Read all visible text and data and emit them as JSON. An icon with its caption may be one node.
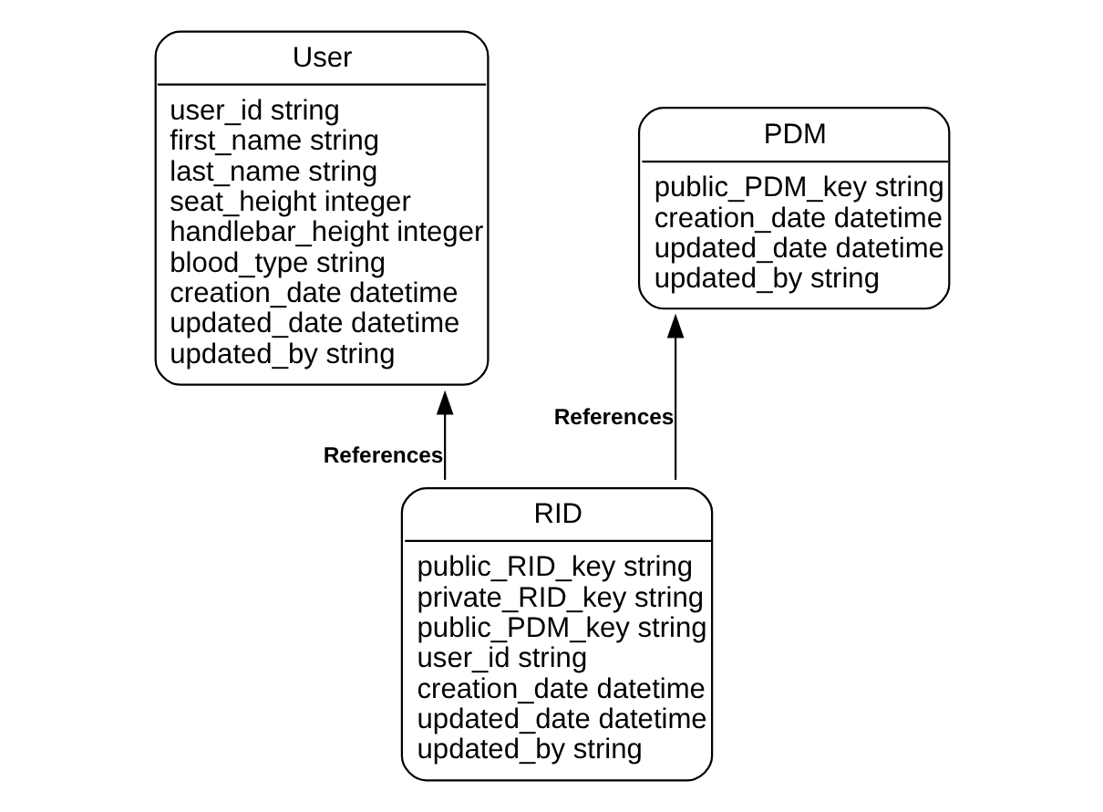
{
  "diagram": {
    "nodes": [
      {
        "text": [
          "User",
          "user_id string",
          "first_name string",
          "last_name string",
          "seat_height integer",
          "handlebar_height integer",
          "blood_type string",
          "creation_date datetime",
          "updated_date datetime",
          "updated_by string"
        ]
      },
      {
        "text": [
          "PDM",
          "public_PDM_key string",
          "creation_date datetime",
          "updated_date datetime",
          "updated_by string"
        ]
      },
      {
        "text": [
          "RID",
          "public_RID_key string",
          "private_RID_key string",
          "public_PDM_key string",
          "user_id string",
          "creation_date datetime",
          "updated_date datetime",
          "updated_by string"
        ]
      }
    ],
    "edges": [
      {
        "from": 2,
        "to": 1,
        "arrow": "to",
        "label": "References"
      },
      {
        "from": 2,
        "to": 0,
        "arrow": "to",
        "label": "References"
      }
    ]
  }
}
